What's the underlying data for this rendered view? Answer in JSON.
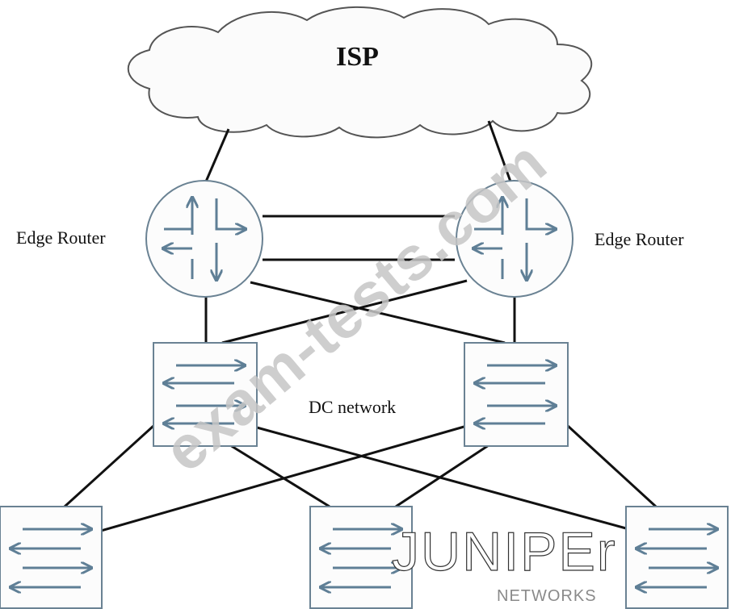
{
  "labels": {
    "isp": "ISP",
    "edge_router_left": "Edge Router",
    "edge_router_right": "Edge Router",
    "dc_network": "DC network"
  },
  "watermark": "exam-tests.com",
  "logo": {
    "word": "JUNIPEr",
    "sub": "NETWORKS"
  },
  "colors": {
    "device_stroke": "#6a8293",
    "arrow": "#5f7f96",
    "link": "#111111",
    "watermark": "#c6c6c6"
  }
}
